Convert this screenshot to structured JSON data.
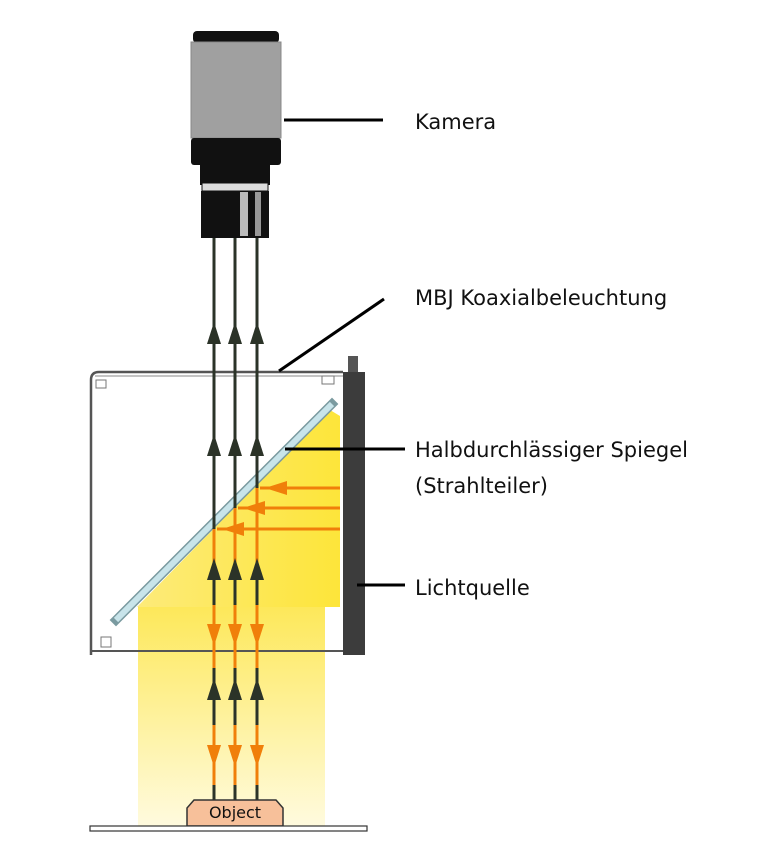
{
  "labels": {
    "camera": "Kamera",
    "illumination": "MBJ Koaxialbeleuchtung",
    "mirror_line1": "Halbdurchlässiger Spiegel",
    "mirror_line2": "(Strahlteiler)",
    "light_source": "Lichtquelle",
    "object": "Object"
  },
  "colors": {
    "ray_dark": "#2b3328",
    "ray_orange": "#f07f0a",
    "light_yellow": "#fde84a",
    "camera_gray": "#a0a0a0",
    "object_fill": "#f7c09a",
    "mirror": "#c8e4ea",
    "light_bar": "#3c3c3c"
  }
}
